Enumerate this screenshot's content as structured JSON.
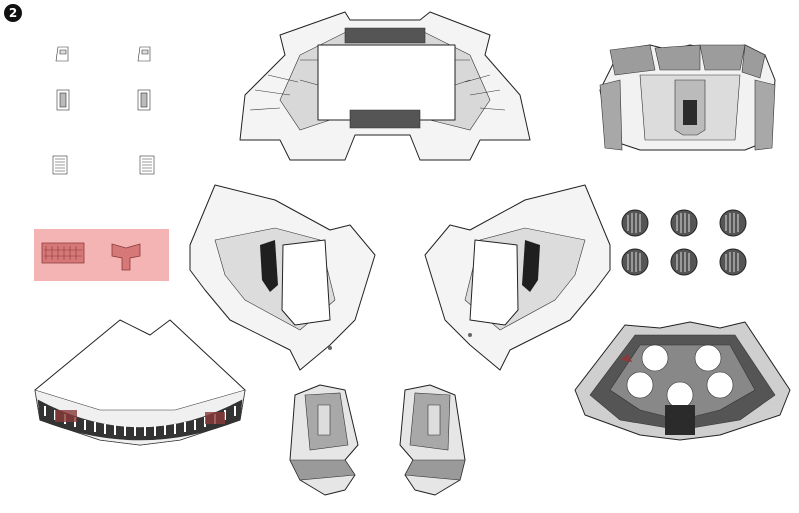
{
  "sheet": {
    "page_number": "2",
    "colors": {
      "outline": "#222222",
      "panel_light": "#f2f2f2",
      "panel_mid": "#cfcfcf",
      "panel_dark": "#9a9a9a",
      "detail_dark": "#2b2b2b",
      "highlight": "#f4b4b4",
      "accent_red": "#8a3a3a"
    },
    "parts": [
      {
        "name": "small-bracket-part"
      },
      {
        "name": "small-clip-part"
      },
      {
        "name": "grille-part"
      },
      {
        "name": "highlighted-red-parts"
      },
      {
        "name": "canopy-ring-part"
      },
      {
        "name": "rear-console-part"
      },
      {
        "name": "left-wing-part"
      },
      {
        "name": "right-wing-part"
      },
      {
        "name": "round-vent-discs"
      },
      {
        "name": "curved-bench-part"
      },
      {
        "name": "left-seat-part"
      },
      {
        "name": "right-seat-part"
      },
      {
        "name": "engine-deck-part"
      }
    ]
  }
}
